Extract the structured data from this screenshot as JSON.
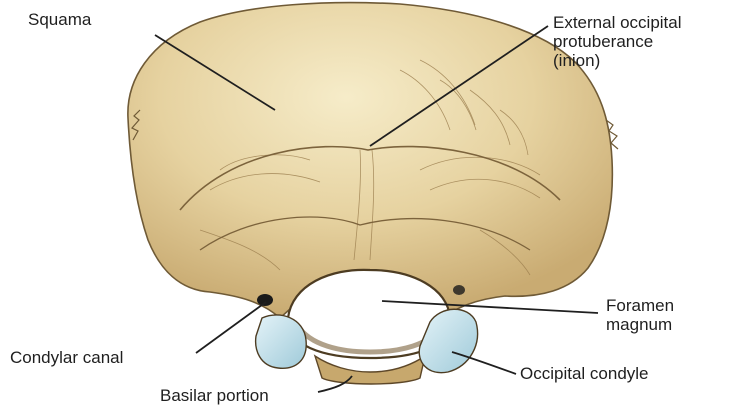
{
  "labels": {
    "squama": "Squama",
    "protuberance_line1": "External occipital",
    "protuberance_line2": "protuberance",
    "protuberance_line3": "(inion)",
    "foramen_line1": "Foramen",
    "foramen_line2": "magnum",
    "condylar_canal": "Condylar canal",
    "occipital_condyle": "Occipital condyle",
    "basilar_portion": "Basilar portion"
  },
  "colors": {
    "bone": "#e9d8aa",
    "bone_shadow": "#b89a63",
    "condyle": "#bfe0ec",
    "foramen": "#ffffff",
    "ink": "#1f1f1f"
  }
}
